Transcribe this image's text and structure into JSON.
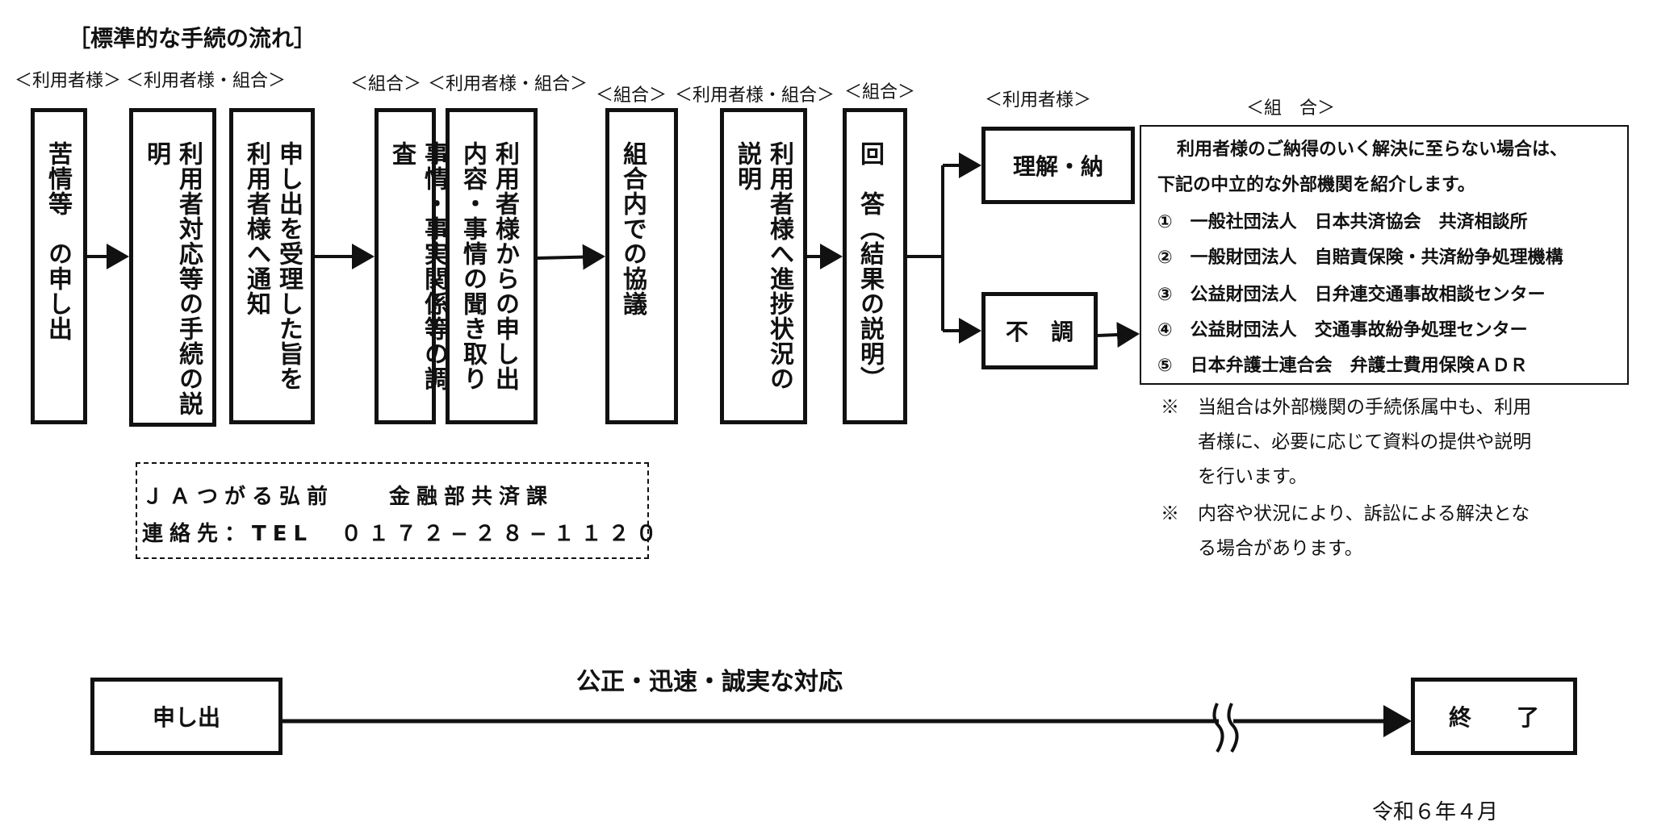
{
  "title": "［標準的な手続の流れ］",
  "roles": [
    "＜利用者様＞",
    "＜利用者様・組合＞",
    "＜組合＞",
    "＜利用者様・組合＞",
    "＜組合＞",
    "＜利用者様・組合＞",
    "＜組合＞",
    "＜利用者様＞",
    "＜組　合＞"
  ],
  "steps": [
    "苦情等　の申し出",
    "利用者対応等の手続の説明",
    "申し出を受理した旨を利用者様へ通知",
    "事情・事実関係等の調査",
    "利用者様からの申し出内容・事情の聞き取り",
    "組合内での協議",
    "利用者様へ進捗状況の説明",
    "回　答（結果の説明）"
  ],
  "outcomes": {
    "understood": "理解・納",
    "unresolved": "不　調"
  },
  "external": {
    "intro1": "利用者様のご納得のいく解決に至らない場合は、",
    "intro2": "下記の中立的な外部機関を紹介します。",
    "items": [
      "①　一般社団法人　日本共済協会　共済相談所",
      "②　一般財団法人　自賠責保険・共済紛争処理機構",
      "③　公益財団法人　日弁連交通事故相談センター",
      "④　公益財団法人　交通事故紛争処理センター",
      "⑤　日本弁護士連合会　弁護士費用保険ＡＤＲ"
    ]
  },
  "notes": [
    "※　当組合は外部機関の手続係属中も、利用\n　　者様に、必要に応じて資料の提供や説明\n　　を行います。",
    "※　内容や状況により、訴訟による解決とな\n　　る場合があります。"
  ],
  "contact": {
    "org": "ＪＡつがる弘前　　金融部共済課",
    "tel": "連絡先：TEL　０１７２−２８−１１２０"
  },
  "timeline": {
    "start": "申し出",
    "label": "公正・迅速・誠実な対応",
    "end": "終　　了"
  },
  "date": "令和６年４月"
}
